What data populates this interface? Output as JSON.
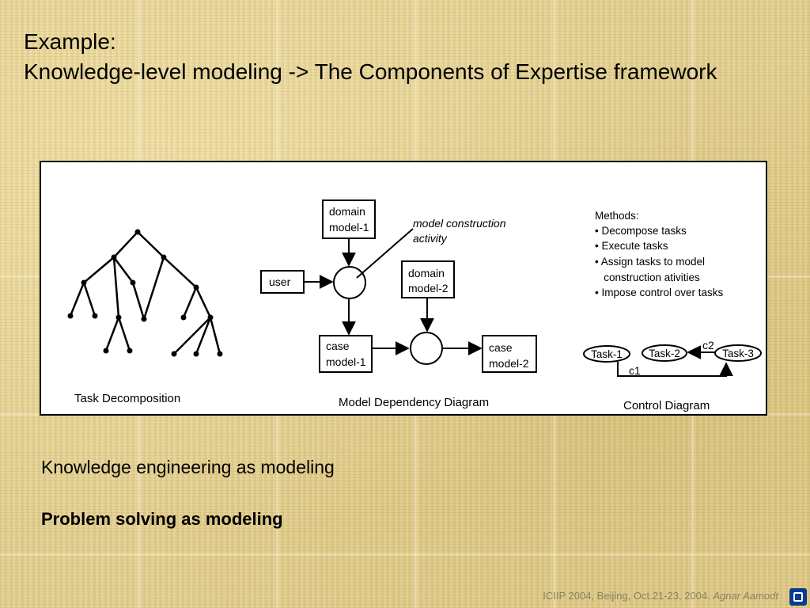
{
  "slide": {
    "title_line1": "Example:",
    "title_line2": "Knowledge-level modeling -> The Components of Expertise framework"
  },
  "diagram": {
    "task_decomposition_caption": "Task Decomposition",
    "model_dependency": {
      "caption": "Model Dependency Diagram",
      "user": "user",
      "domain_model_1": [
        "domain",
        "model-1"
      ],
      "domain_model_2": [
        "domain",
        "model-2"
      ],
      "case_model_1": [
        "case",
        "model-1"
      ],
      "case_model_2": [
        "case",
        "model-2"
      ],
      "activity_label": [
        "model construction",
        "activity"
      ]
    },
    "methods": {
      "heading": "Methods:",
      "items": [
        "• Decompose tasks",
        "• Execute tasks",
        "• Assign tasks to model",
        "   construction ativities",
        "• Impose control over tasks"
      ]
    },
    "control": {
      "caption": "Control Diagram",
      "task1": "Task-1",
      "task2": "Task-2",
      "task3": "Task-3",
      "c1": "c1",
      "c2": "c2"
    }
  },
  "bullets": {
    "b1": "Knowledge engineering as modeling",
    "b2": "Problem solving as modeling"
  },
  "footer": {
    "text": "ICIIP 2004, Beijing, Oct.21-23, 2004. ",
    "author": "Agnar Aamodt"
  }
}
